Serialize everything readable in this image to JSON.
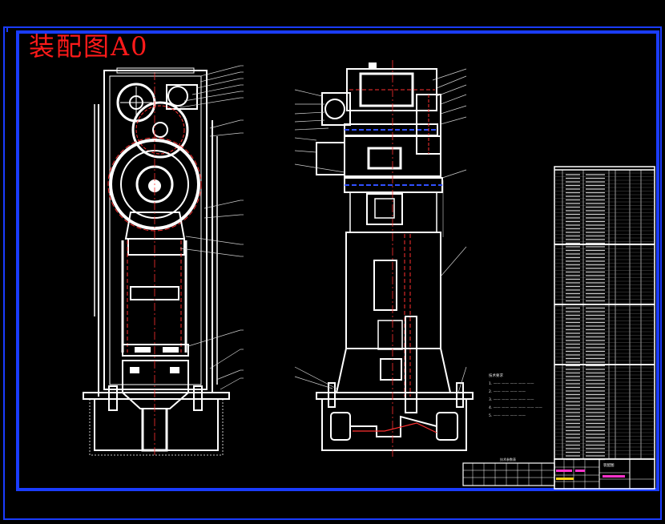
{
  "drawing": {
    "title": "装配图A0",
    "tech_requirements_heading": "技术要求",
    "tech_notes": [
      "1. —— —— —— —— ——",
      "2. —— —— —— ——",
      "3. —— —— —— —— ——",
      "4. —— —— —— —— —— ——",
      "5. —— —— —— ——"
    ],
    "small_table_heading": "技术参数表",
    "title_block_name": "装配图"
  },
  "colors": {
    "frame": "#1a3cff",
    "title": "#ff1a1a",
    "outline": "#ffffff",
    "hidden_line": "#ff3030",
    "leader": "#cfcfcf",
    "center": "#ff3030",
    "accent_blue": "#3050ff",
    "accent_magenta": "#ff33cc",
    "accent_yellow": "#ffd11a"
  }
}
